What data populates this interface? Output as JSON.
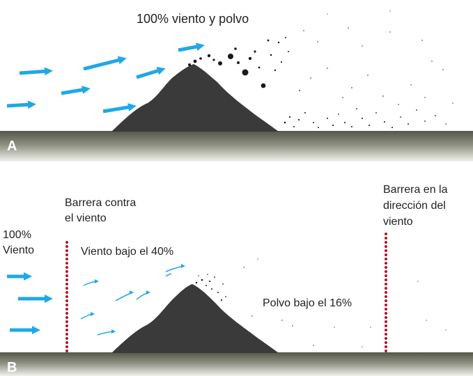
{
  "colors": {
    "wind_arrow": "#1fa8e6",
    "pile": "#3a3a3a",
    "dust": "#1a1a1a",
    "barrier": "#b0162a",
    "ground_top": "#55574a",
    "ground_mid": "#8d8f80",
    "ground_bottom": "#f2f2ee",
    "panel_letter": "#ffffff"
  },
  "panel_a": {
    "letter": "A",
    "title": "100% viento y polvo"
  },
  "panel_b": {
    "letter": "B",
    "upwind_barrier_label": [
      "Barrera contra",
      "el viento"
    ],
    "downwind_barrier_label": [
      "Barrera en la",
      "dirección del",
      "viento"
    ],
    "incoming_wind_label": [
      "100%",
      "Viento"
    ],
    "reduced_wind_label": "Viento bajo el 40%",
    "reduced_dust_label": "Polvo bajo el 16%"
  }
}
